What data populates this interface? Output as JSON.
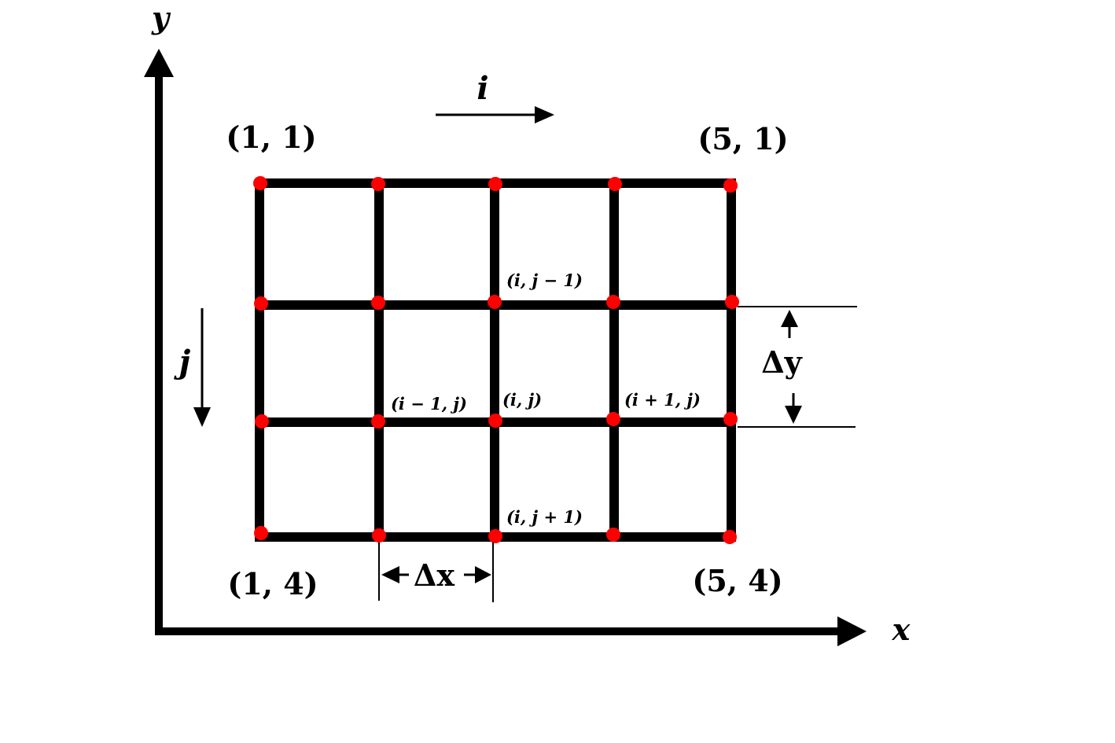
{
  "axes": {
    "x_label": "x",
    "y_label": "y"
  },
  "index_directions": {
    "i_label": "i",
    "j_label": "j"
  },
  "grid": {
    "columns": 5,
    "rows": 4
  },
  "corner_labels": {
    "top_left": "(1, 1)",
    "top_right": "(5, 1)",
    "bottom_left": "(1, 4)",
    "bottom_right": "(5, 4)"
  },
  "stencil_labels": {
    "top": "(i, j − 1)",
    "center": "(i, j)",
    "left": "(i − 1, j)",
    "right": "(i + 1, j)",
    "bottom": "(i, j + 1)"
  },
  "spacing": {
    "dx_label": "Δx",
    "dy_label": "Δy"
  },
  "colors": {
    "lines": "#000000",
    "nodes": "#ff0000",
    "background": "#ffffff"
  }
}
